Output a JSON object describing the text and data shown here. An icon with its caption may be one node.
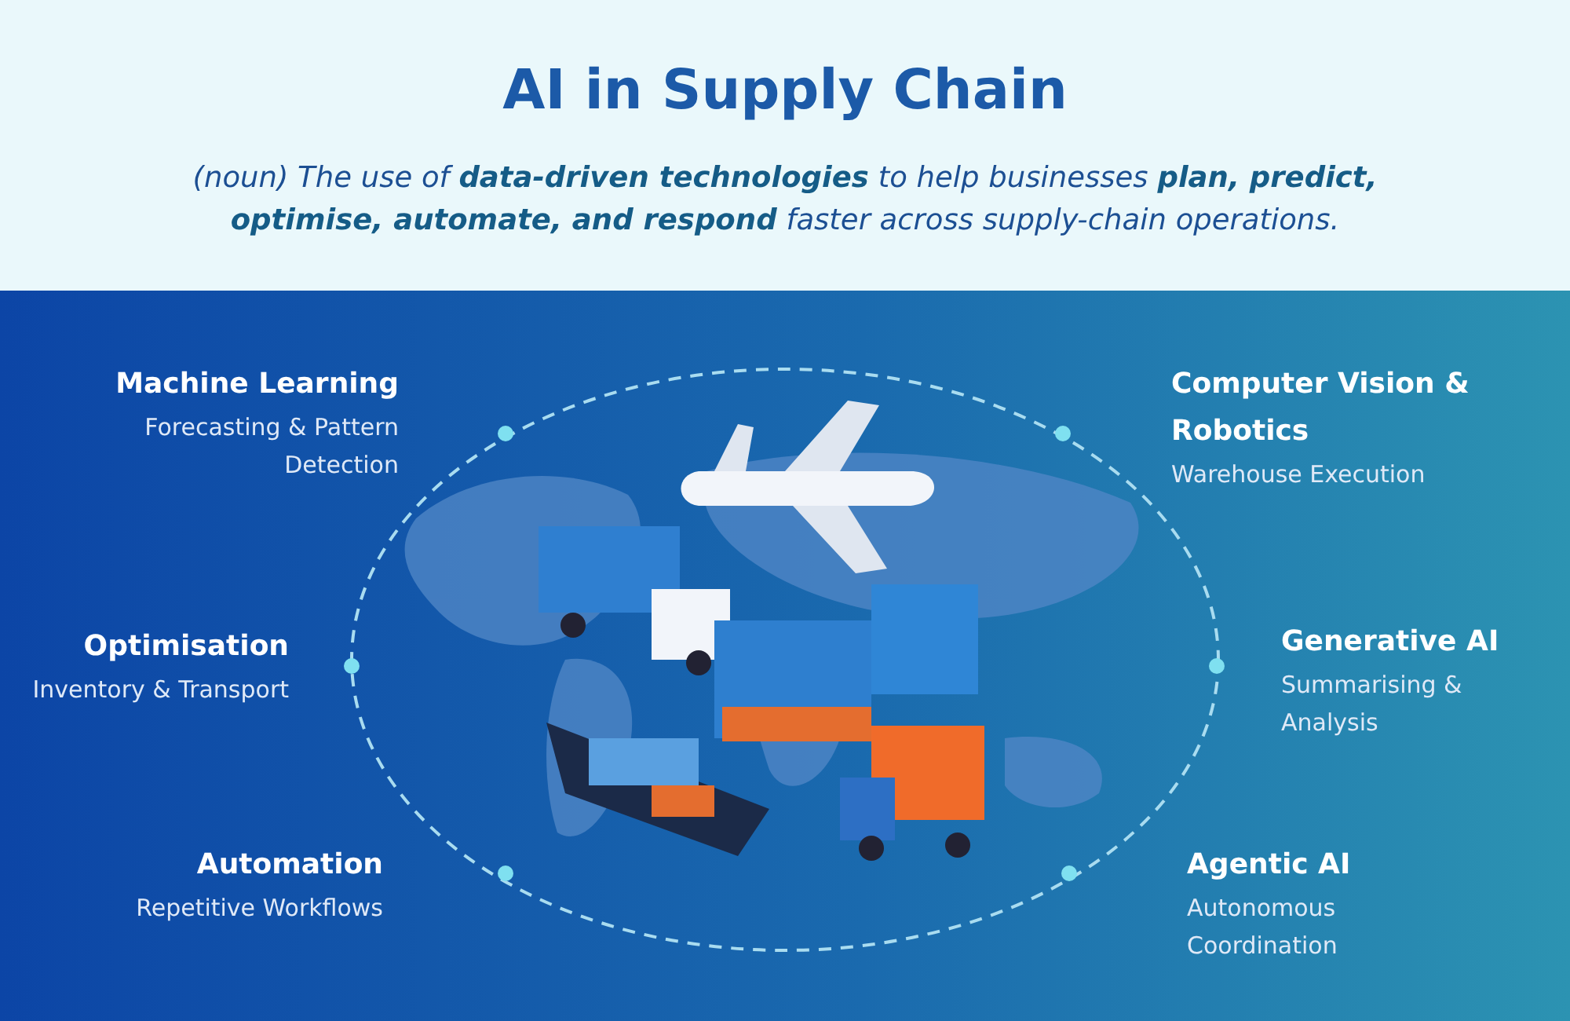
{
  "diagram": {
    "title": "AI in Supply Chain",
    "labels": [
      "(noun) The use of **data-driven technologies** to help businesses **plan, predict, optimise, automate, and respond** faster across supply-chain operations.",
      "Machine Learning",
      "Forecasting & Pattern Detection",
      "Computer Vision & Robotics",
      "Warehouse Execution",
      "Optimisation",
      "Inventory & Transport",
      "Generative AI",
      "Summarising & Analysis",
      "Automation",
      "Repetitive Workflows",
      "Agentic AI",
      "Autonomous Coordination"
    ]
  }
}
